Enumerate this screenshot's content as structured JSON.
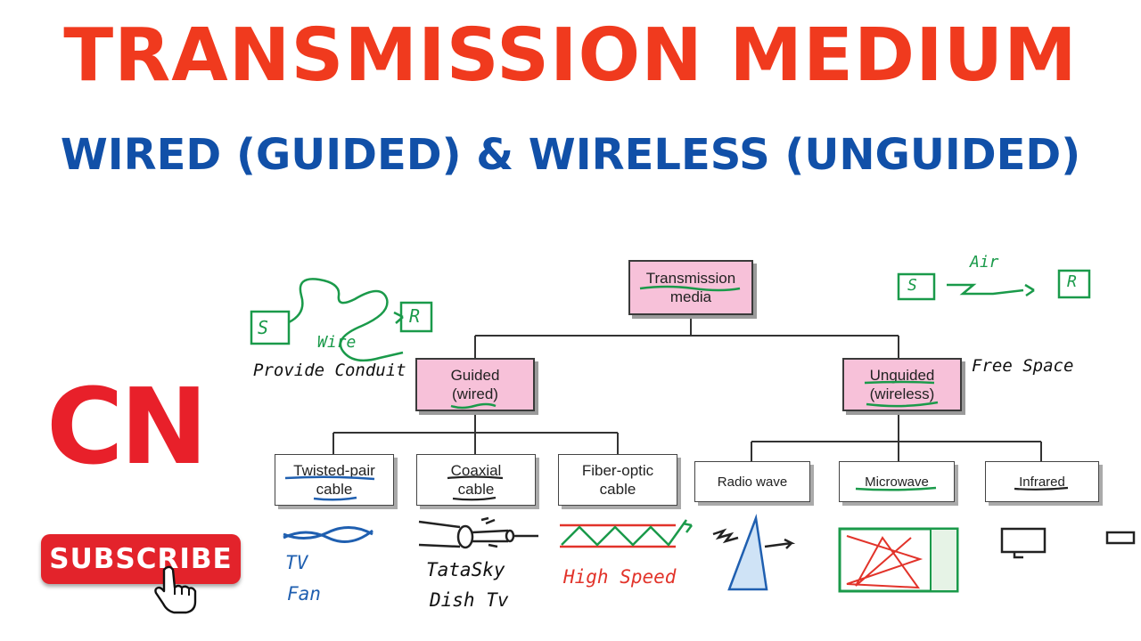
{
  "header": {
    "title": "TRANSMISSION MEDIUM",
    "subtitle": "WIRED (GUIDED) & WIRELESS (UNGUIDED)"
  },
  "logo": {
    "text": "CN"
  },
  "subscribe": {
    "label": "SUBSCRIBE",
    "icon": "pointer-hand-icon"
  },
  "diagram": {
    "root": {
      "line1": "Transmission",
      "line2": "media"
    },
    "guided": {
      "line1": "Guided",
      "line2": "(wired)"
    },
    "unguided": {
      "line1": "Unguided",
      "line2": "(wireless)"
    },
    "twisted": {
      "line1": "Twisted-pair",
      "line2": "cable"
    },
    "coaxial": {
      "line1": "Coaxial",
      "line2": "cable"
    },
    "fiber": {
      "line1": "Fiber-optic",
      "line2": "cable"
    },
    "radio": {
      "label": "Radio wave"
    },
    "microwave": {
      "label": "Microwave"
    },
    "infrared": {
      "label": "Infrared"
    }
  },
  "notes": {
    "sender_s": "S",
    "receiver_r": "R",
    "wire": "Wire",
    "provide_conduit": "Provide Conduit",
    "air": "Air",
    "air_s": "S",
    "air_r": "R",
    "free_space": "Free Space",
    "tv": "TV",
    "fan": "Fan",
    "tatasky": "TataSky",
    "dish_tv": "Dish Tv",
    "high_speed": "High Speed"
  },
  "colors": {
    "title": "#f03a1e",
    "subtitle": "#1150a8",
    "logo": "#e8202a",
    "subscribe": "#e3232b",
    "pink_box": "#f7c1d9",
    "annotation_green": "#1a9a4a",
    "annotation_blue": "#1f5fb0",
    "annotation_red": "#e2332a"
  }
}
